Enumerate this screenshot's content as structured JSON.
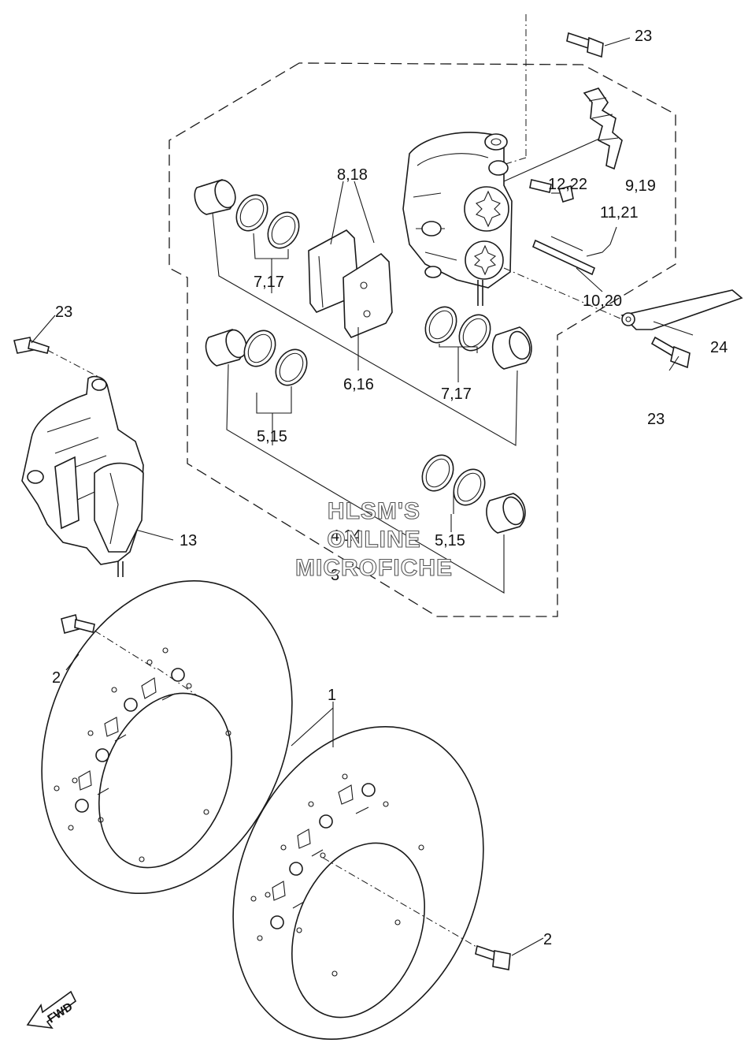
{
  "labels": {
    "bolt_caliper_top": "23",
    "pad_retainer": "9,19",
    "bleed_screw": "12,22",
    "pad_pin": "11,21",
    "pin_bolt": "10,20",
    "brake_hose_bracket": "24",
    "bolt_hose_bracket": "23",
    "bolt_left_caliper": "23",
    "pads": "8,18",
    "seal_set_upper": "7,17",
    "seal_set_mid": "7,17",
    "piston_group": "6,16",
    "seal_set_left": "5,15",
    "seal_set_lower": "5,15",
    "caliper_group_left": "4,14",
    "caliper_group_left_inner": "3",
    "left_caliper": "13",
    "disc": "1",
    "disc_bolt_left": "2",
    "disc_bolt_right": "2"
  },
  "watermark": {
    "line1": "HLSM'S",
    "line2": "ONLINE",
    "line3": "MICROFICHE"
  },
  "fwd_arrow": "FWD",
  "colors": {
    "ink": "#1a1a1a",
    "background": "#ffffff"
  }
}
